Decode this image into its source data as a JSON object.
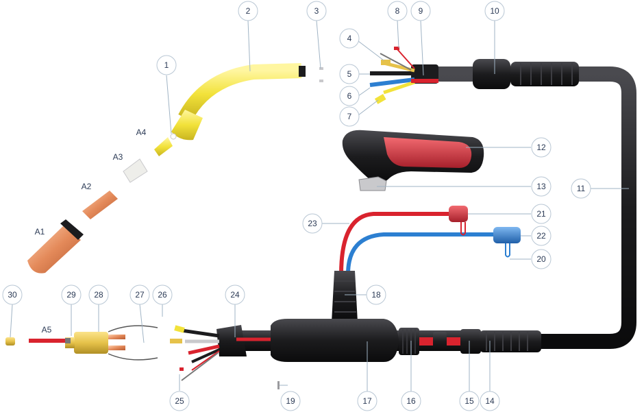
{
  "labels": {
    "n1": "1",
    "n2": "2",
    "n3": "3",
    "n4": "4",
    "n5": "5",
    "n6": "6",
    "n7": "7",
    "n8": "8",
    "n9": "9",
    "n10": "10",
    "n11": "11",
    "n12": "12",
    "n13": "13",
    "n14": "14",
    "n15": "15",
    "n16": "16",
    "n17": "17",
    "n18": "18",
    "n19": "19",
    "n20": "20",
    "n21": "21",
    "n22": "22",
    "n23": "23",
    "n24": "24",
    "n25": "25",
    "n26": "26",
    "n27": "27",
    "n28": "28",
    "n29": "29",
    "n30": "30"
  },
  "codes": {
    "a1": "A1",
    "a2": "A2",
    "a3": "A3",
    "a4": "A4",
    "a5": "A5"
  },
  "colors": {
    "cable": "#1c1c1e",
    "yellow": "#f2e23a",
    "copper": "#e48a5a",
    "red": "#d9232e",
    "blue": "#2c7fd1",
    "brass": "#e6c24a",
    "handle_red": "#a6202b"
  }
}
